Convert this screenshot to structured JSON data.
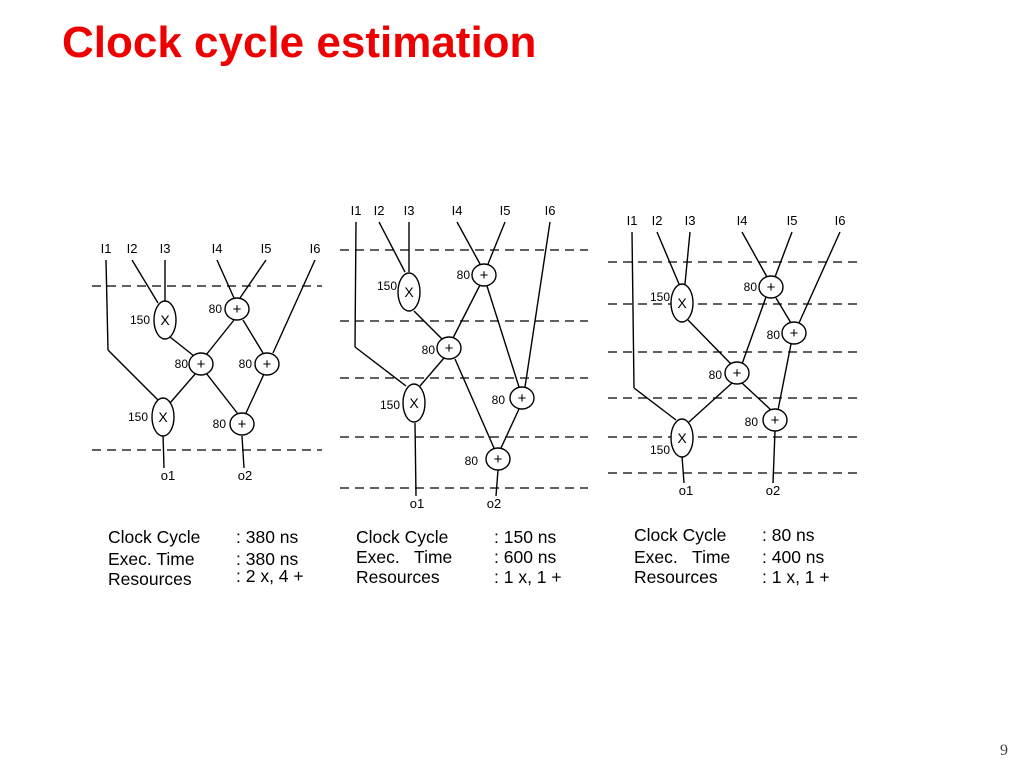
{
  "slide": {
    "title": "Clock cycle estimation",
    "page_number": "9"
  },
  "diagrams": [
    {
      "inputs": [
        "I1",
        "I2",
        "I3",
        "I4",
        "I5",
        "I6"
      ],
      "outputs": [
        "o1",
        "o2"
      ],
      "ops": [
        {
          "symbol": "X",
          "delay": "150"
        },
        {
          "symbol": "+",
          "delay": "80"
        },
        {
          "symbol": "+",
          "delay": "80"
        },
        {
          "symbol": "+",
          "delay": "80"
        },
        {
          "symbol": "X",
          "delay": "150"
        },
        {
          "symbol": "+",
          "delay": "80"
        }
      ],
      "specs": {
        "clock_cycle_label": "Clock Cycle",
        "clock_cycle": ": 380 ns",
        "exec_time_label": "Exec.  Time",
        "exec_time": ": 380 ns",
        "resources_label": "Resources",
        "resources": ": 2 x, 4 +"
      }
    },
    {
      "inputs": [
        "I1",
        "I2",
        "I3",
        "I4",
        "I5",
        "I6"
      ],
      "outputs": [
        "o1",
        "o2"
      ],
      "ops": [
        {
          "symbol": "+",
          "delay": "80"
        },
        {
          "symbol": "X",
          "delay": "150"
        },
        {
          "symbol": "+",
          "delay": "80"
        },
        {
          "symbol": "X",
          "delay": "150"
        },
        {
          "symbol": "+",
          "delay": "80"
        },
        {
          "symbol": "+",
          "delay": "80"
        }
      ],
      "specs": {
        "clock_cycle_label": "Clock Cycle",
        "clock_cycle": ": 150 ns",
        "exec_time_label": "Exec.   Time",
        "exec_time": ": 600 ns",
        "resources_label": "Resources",
        "resources": ": 1 x, 1 +"
      }
    },
    {
      "inputs": [
        "I1",
        "I2",
        "I3",
        "I4",
        "I5",
        "I6"
      ],
      "outputs": [
        "o1",
        "o2"
      ],
      "ops": [
        {
          "symbol": "+",
          "delay": "80"
        },
        {
          "symbol": "X",
          "delay": "150"
        },
        {
          "symbol": "+",
          "delay": "80"
        },
        {
          "symbol": "+",
          "delay": "80"
        },
        {
          "symbol": "+",
          "delay": "80"
        },
        {
          "symbol": "X",
          "delay": "150"
        }
      ],
      "specs": {
        "clock_cycle_label": "Clock Cycle",
        "clock_cycle": ": 80 ns",
        "exec_time_label": "Exec.   Time",
        "exec_time": ": 400 ns",
        "resources_label": "Resources",
        "resources": ": 1 x, 1 +"
      }
    }
  ]
}
